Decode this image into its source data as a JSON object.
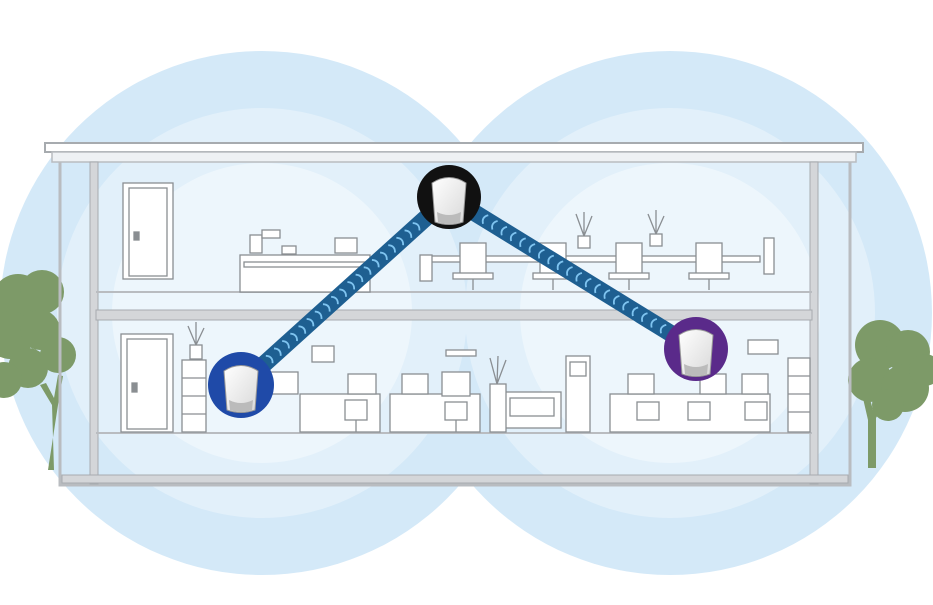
{
  "diagram": {
    "nodes": [
      {
        "id": "satellite-left",
        "icon": "wifi-mesh-node-icon",
        "color": "#1f4aa8"
      },
      {
        "id": "router-center",
        "icon": "wifi-mesh-router-icon",
        "color": "#111111"
      },
      {
        "id": "satellite-right",
        "icon": "wifi-mesh-node-icon",
        "color": "#5a2a8a"
      }
    ],
    "links": [
      {
        "from": "router-center",
        "to": "satellite-left",
        "type": "dedicated-backhaul"
      },
      {
        "from": "router-center",
        "to": "satellite-right",
        "type": "dedicated-backhaul"
      }
    ],
    "colors": {
      "coverage": "#cfe6f7",
      "backhaul": "#1e5f91",
      "backhaul_arcs": "#7fc4f0",
      "trees": "#7d9a68",
      "walls": "#b9bcc0"
    }
  }
}
